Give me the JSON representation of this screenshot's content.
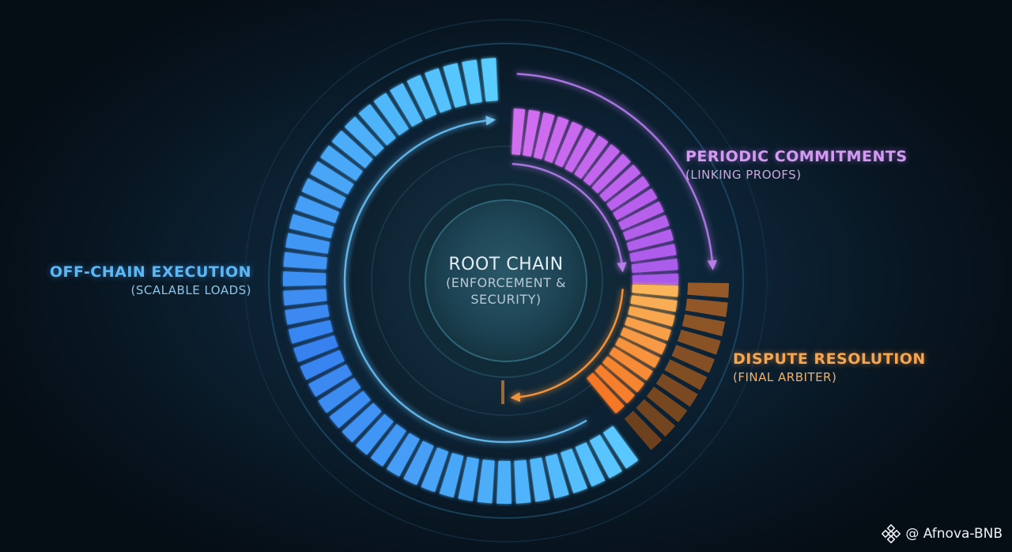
{
  "center": {
    "title": "ROOT CHAIN",
    "line1": "(ENFORCEMENT &",
    "line2": "SECURITY)"
  },
  "segments": {
    "off_chain": {
      "title": "OFF-CHAIN EXECUTION",
      "subtitle": "(SCALABLE LOADS)",
      "color": "#4aa8f0"
    },
    "periodic": {
      "title": "PERIODIC COMMITMENTS",
      "subtitle": "(LINKING PROOFS)",
      "color": "#c26ae8"
    },
    "dispute": {
      "title": "DISPUTE RESOLUTION",
      "subtitle": "(FINAL ARBITER)",
      "color": "#f59a3c"
    }
  },
  "watermark": {
    "text": "@ Afnova-BNB",
    "icon": "binance-logo-icon"
  }
}
